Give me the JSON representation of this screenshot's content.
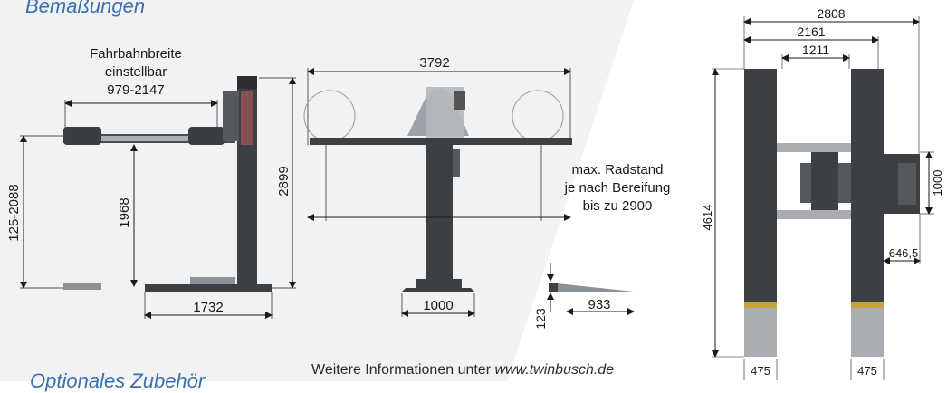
{
  "headings": {
    "top": "Bemaßungen",
    "bottom": "Optionales Zubehör"
  },
  "front_view": {
    "note_line1": "Fahrbahnbreite",
    "note_line2": "einstellbar",
    "note_line3": "979-2147",
    "dim_height_range": "125-2088",
    "dim_lift_height": "1968",
    "dim_total_height": "2899",
    "dim_base_width": "1732"
  },
  "side_view": {
    "dim_length": "3792",
    "note_line1": "max. Radstand",
    "note_line2": "je nach Bereifung",
    "note_line3": "bis zu 2900",
    "dim_base": "1000"
  },
  "ramp_view": {
    "dim_height": "123",
    "dim_length": "933"
  },
  "top_view": {
    "dim_total_width": "2808",
    "dim_outer": "2161",
    "dim_inner": "1211",
    "dim_length": "4614",
    "dim_column": "1000",
    "dim_offset": "646,5",
    "dim_ramp_left": "475",
    "dim_ramp_right": "475"
  },
  "footer": {
    "prefix": "Weitere Informationen unter ",
    "url": "www.twinbusch.de"
  },
  "colors": {
    "accent": "#3a6fb0",
    "steel": "#3c3f44",
    "steel_light": "#9a9fa5",
    "dimension": "#1a1a1a"
  }
}
